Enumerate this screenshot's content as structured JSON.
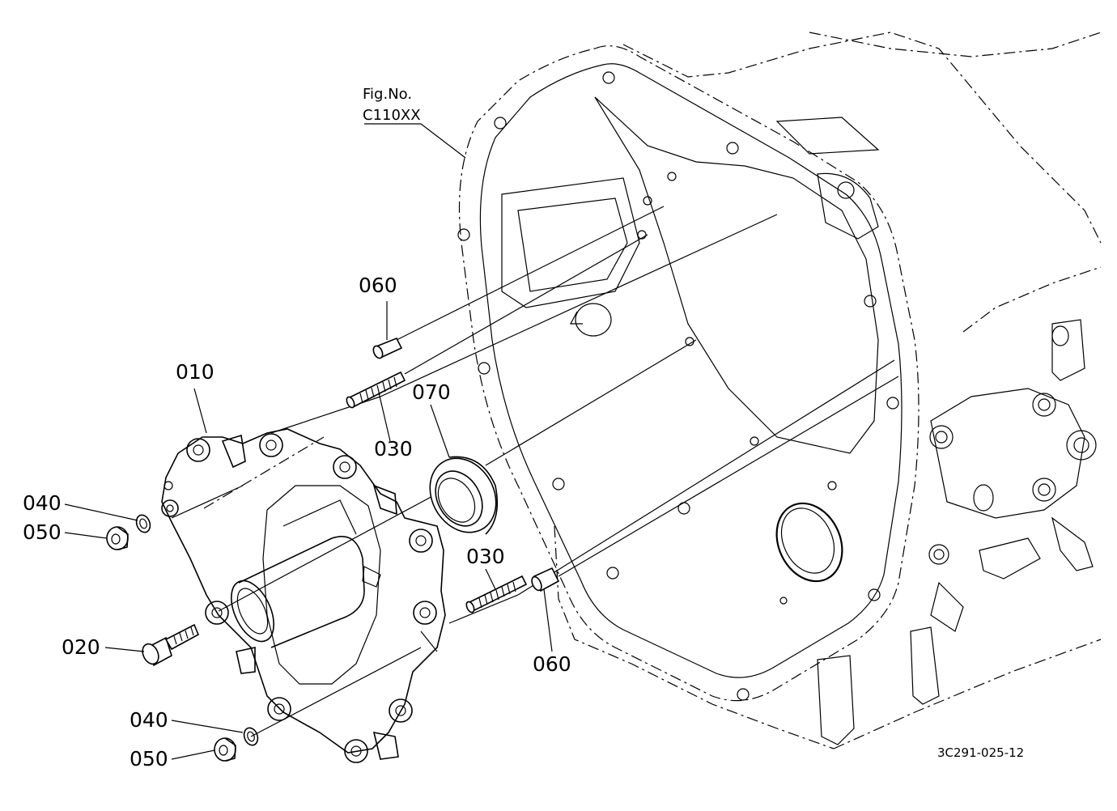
{
  "figure_reference": {
    "line1": "Fig.No.",
    "line2": "C110XX"
  },
  "drawing_code": "3C291-025-12",
  "callouts": [
    {
      "id": "callout-060-top",
      "label": "060"
    },
    {
      "id": "callout-010",
      "label": "010"
    },
    {
      "id": "callout-070",
      "label": "070"
    },
    {
      "id": "callout-030-upper",
      "label": "030"
    },
    {
      "id": "callout-040-upper",
      "label": "040"
    },
    {
      "id": "callout-050-upper",
      "label": "050"
    },
    {
      "id": "callout-030-lower",
      "label": "030"
    },
    {
      "id": "callout-020",
      "label": "020"
    },
    {
      "id": "callout-060-lower",
      "label": "060"
    },
    {
      "id": "callout-040-lower",
      "label": "040"
    },
    {
      "id": "callout-050-lower",
      "label": "050"
    }
  ]
}
